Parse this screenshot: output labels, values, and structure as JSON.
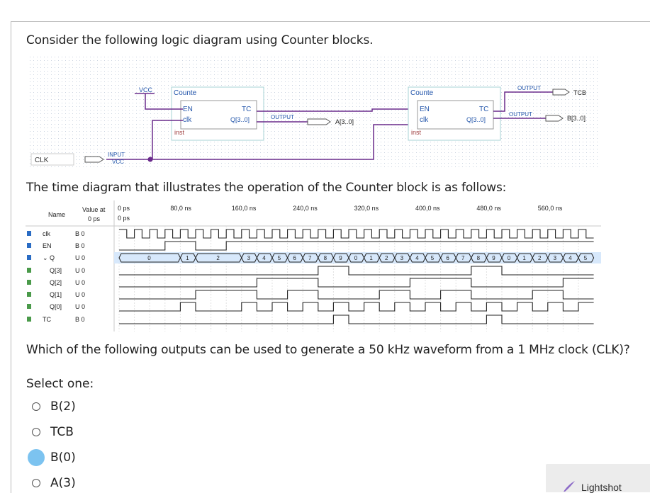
{
  "question": {
    "intro": "Consider the following logic diagram using Counter blocks.",
    "timing_intro": "The time diagram that illustrates the operation of the Counter block is as follows:",
    "prompt": "Which of the following outputs can be used to generate a 50 kHz waveform from a 1 MHz clock (CLK)?"
  },
  "diagram": {
    "vcc_label": "VCC",
    "counter1": {
      "title": "Counte",
      "en": "EN",
      "clk": "clk",
      "tc": "TC",
      "q": "Q[3..0]",
      "inst": "inst"
    },
    "counter2": {
      "title": "Counte",
      "en": "EN",
      "clk": "clk",
      "tc": "TC",
      "q": "Q[3..0]",
      "inst": "inst"
    },
    "output_tag": "OUTPUT",
    "out_a": "A[3..0]",
    "out_tcb": "TCB",
    "out_b": "B[3..0]",
    "clk_pin": "CLK",
    "input_tag": "INPUT",
    "input_vcc": "VCC"
  },
  "timing": {
    "header_name": "Name",
    "header_value": "Value at",
    "header_value2": "0 ps",
    "t0": "0 ps",
    "t0b": "0 ps",
    "ticks": [
      "80,0 ns",
      "160,0 ns",
      "240,0 ns",
      "320,0 ns",
      "400,0 ns",
      "480,0 ns",
      "560,0 ns"
    ],
    "rows": [
      {
        "name": "clk",
        "value": "B 0"
      },
      {
        "name": "EN",
        "value": "B 0"
      },
      {
        "name": "Q",
        "value": "U 0"
      },
      {
        "name": "Q[3]",
        "value": "U 0"
      },
      {
        "name": "Q[2]",
        "value": "U 0"
      },
      {
        "name": "Q[1]",
        "value": "U 0"
      },
      {
        "name": "Q[0]",
        "value": "U 0"
      },
      {
        "name": "TC",
        "value": "B 0"
      }
    ],
    "bus_values": [
      "0",
      "1",
      "2",
      "3",
      "4",
      "5",
      "6",
      "7",
      "8",
      "9",
      "0",
      "1",
      "2",
      "3",
      "4",
      "5",
      "6",
      "7",
      "8",
      "9",
      "0",
      "1",
      "2",
      "3",
      "4",
      "5"
    ]
  },
  "select_label": "Select one:",
  "options": [
    {
      "label": "B(2)",
      "checked": false
    },
    {
      "label": "TCB",
      "checked": false
    },
    {
      "label": "B(0)",
      "checked": true
    },
    {
      "label": "A(3)",
      "checked": false
    }
  ],
  "lightshot": "Lightshot"
}
